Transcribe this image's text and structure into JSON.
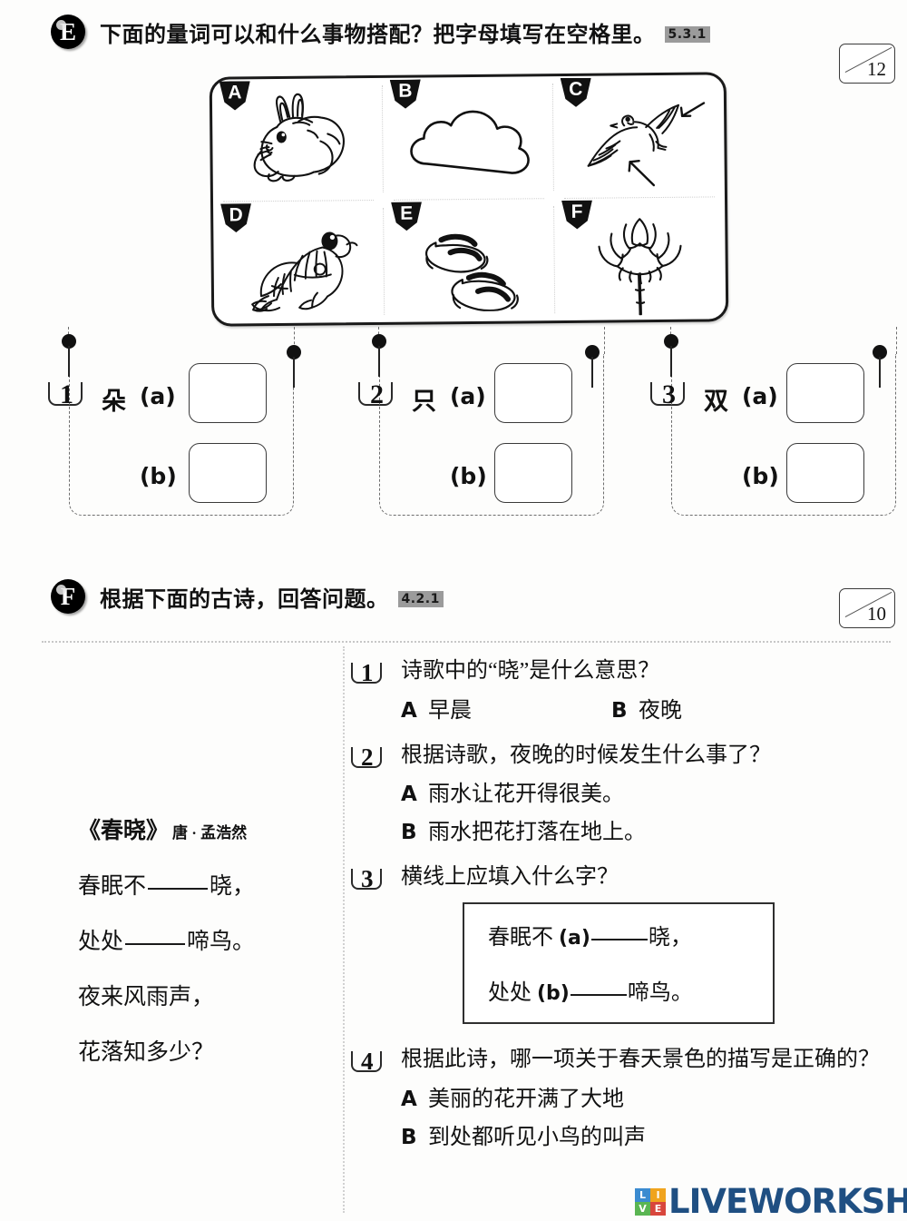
{
  "sections": {
    "e": {
      "letter": "E",
      "title": "下面的量词可以和什么事物搭配？把字母填写在空格里。",
      "code": "5.3.1",
      "score": "12",
      "pictures": [
        {
          "tag": "A",
          "icon": "rabbit-icon",
          "name": "rabbit"
        },
        {
          "tag": "B",
          "icon": "cloud-icon",
          "name": "cloud"
        },
        {
          "tag": "C",
          "icon": "bird-icon",
          "name": "seagull"
        },
        {
          "tag": "D",
          "icon": "frog-icon",
          "name": "frog"
        },
        {
          "tag": "E",
          "icon": "sandals-icon",
          "name": "sandals"
        },
        {
          "tag": "F",
          "icon": "lotus-icon",
          "name": "lotus-flower"
        }
      ],
      "items": [
        {
          "num": "1",
          "measure_word": "朵",
          "a_label": "(a)",
          "b_label": "(b)",
          "a_value": "",
          "b_value": ""
        },
        {
          "num": "2",
          "measure_word": "只",
          "a_label": "(a)",
          "b_label": "(b)",
          "a_value": "",
          "b_value": ""
        },
        {
          "num": "3",
          "measure_word": "双",
          "a_label": "(a)",
          "b_label": "(b)",
          "a_value": "",
          "b_value": ""
        }
      ]
    },
    "f": {
      "letter": "F",
      "title": "根据下面的古诗，回答问题。",
      "code": "4.2.1",
      "score": "10",
      "poem": {
        "title": "《春晓》",
        "author": "唐 · 孟浩然",
        "line1_a": "春眠不",
        "line1_b": "晓，",
        "line2_a": "处处",
        "line2_b": "啼鸟。",
        "line3": "夜来风雨声，",
        "line4": "花落知多少？"
      },
      "questions": [
        {
          "num": "1",
          "stem": "诗歌中的“晓”是什么意思？",
          "layout": "inline",
          "options": [
            {
              "letter": "A",
              "text": "早晨"
            },
            {
              "letter": "B",
              "text": "夜晚"
            }
          ]
        },
        {
          "num": "2",
          "stem": "根据诗歌，夜晚的时候发生什么事了？",
          "layout": "stacked",
          "options": [
            {
              "letter": "A",
              "text": "雨水让花开得很美。"
            },
            {
              "letter": "B",
              "text": "雨水把花打落在地上。"
            }
          ]
        },
        {
          "num": "3",
          "stem": "横线上应填入什么字？",
          "layout": "fillbox",
          "fillbox": {
            "line1_a": "春眠不",
            "line1_lbl": "(a)",
            "line1_b": "晓，",
            "line2_a": "处处",
            "line2_lbl": "(b)",
            "line2_b": "啼鸟。"
          }
        },
        {
          "num": "4",
          "stem": "根据此诗，哪一项关于春天景色的描写是正确的？",
          "layout": "stacked",
          "options": [
            {
              "letter": "A",
              "text": "美丽的花开满了大地"
            },
            {
              "letter": "B",
              "text": "到处都听见小鸟的叫声"
            }
          ]
        }
      ]
    }
  },
  "watermark": {
    "word": "LIVEWORKSHEETS",
    "tiles": [
      {
        "letter": "L",
        "color": "#3b8bd0"
      },
      {
        "letter": "I",
        "color": "#f0a41e"
      },
      {
        "letter": "V",
        "color": "#5ab552"
      },
      {
        "letter": "E",
        "color": "#d8463c"
      }
    ],
    "word_color": "#1f4f82"
  }
}
